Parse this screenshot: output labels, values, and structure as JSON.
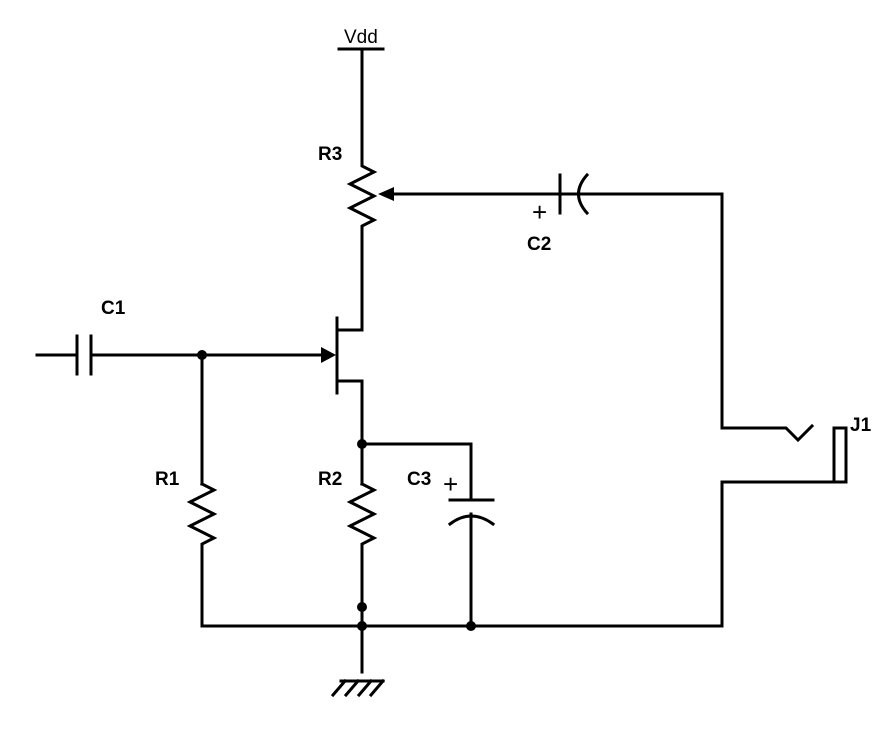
{
  "labels": {
    "vdd": "Vdd",
    "r1": "R1",
    "r2": "R2",
    "r3": "R3",
    "c1": "C1",
    "c2": "C2",
    "c3": "C3",
    "j1": "J1",
    "c2_polarity": "+",
    "c3_polarity": "+"
  }
}
